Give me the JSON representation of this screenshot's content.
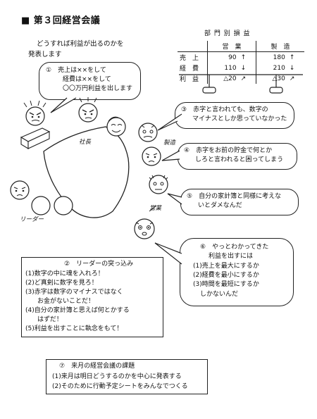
{
  "title": "■ 第３回経営会議",
  "intro": [
    "どうすれば利益が出るのかを",
    "発表します"
  ],
  "bubble1": {
    "lines": [
      "①　売上は××をして",
      "経費は××をして",
      "〇〇万円利益を出します"
    ]
  },
  "profit_table": {
    "title": "部 門 別 損 益",
    "headers": [
      "",
      "営　業",
      "製　造"
    ],
    "rows": [
      {
        "label": "売　上",
        "sales": "90",
        "sales_mark": "↑",
        "mfg": "180",
        "mfg_mark": "↑"
      },
      {
        "label": "経　費",
        "sales": "110",
        "sales_mark": "↓",
        "mfg": "210",
        "mfg_mark": "↓"
      },
      {
        "label": "利　益",
        "sales": "△20",
        "sales_mark": "↗",
        "mfg": "△30",
        "mfg_mark": "↗"
      }
    ]
  },
  "bubble3": {
    "lines": [
      "③　赤字と言われても、数字の",
      "マイナスとしか思っていなかった"
    ]
  },
  "bubble4": {
    "lines": [
      "④　赤字をお前の貯金で何とか",
      "しろと言われると困ってしまう"
    ]
  },
  "bubble5": {
    "lines": [
      "⑤　自分の家計簿と同様に考えな",
      "いとダメなんだ"
    ]
  },
  "bubble6": {
    "lines": [
      "⑥　やっとわかってきた",
      "利益を出すには",
      "(1)売上を最大にするか",
      "(2)経費を最小にするか",
      "(3)時間を最短にするか",
      "しかないんだ"
    ]
  },
  "labels": {
    "president": "社長",
    "manufacturing": "製造",
    "sales": "営業",
    "leader": "リーダー"
  },
  "box2": {
    "title": "②　リーダーの突っ込み",
    "items": [
      "(1)数字の中に魂を入れろ！",
      "(2)ど真剣に数字を見ろ！",
      "(3)赤字は数字のマイナスではなく",
      "お金がないことだ！",
      "(4)自分の家計簿と思えば何とかする",
      "はずだ！",
      "(5)利益を出すことに執念をもて！"
    ]
  },
  "box7": {
    "title": "⑦　来月の経営会議の課題",
    "items": [
      "(1)来月は明日どうするのかを中心に発表する",
      "(2)そのために行動予定シートをみんなでつくる"
    ]
  }
}
